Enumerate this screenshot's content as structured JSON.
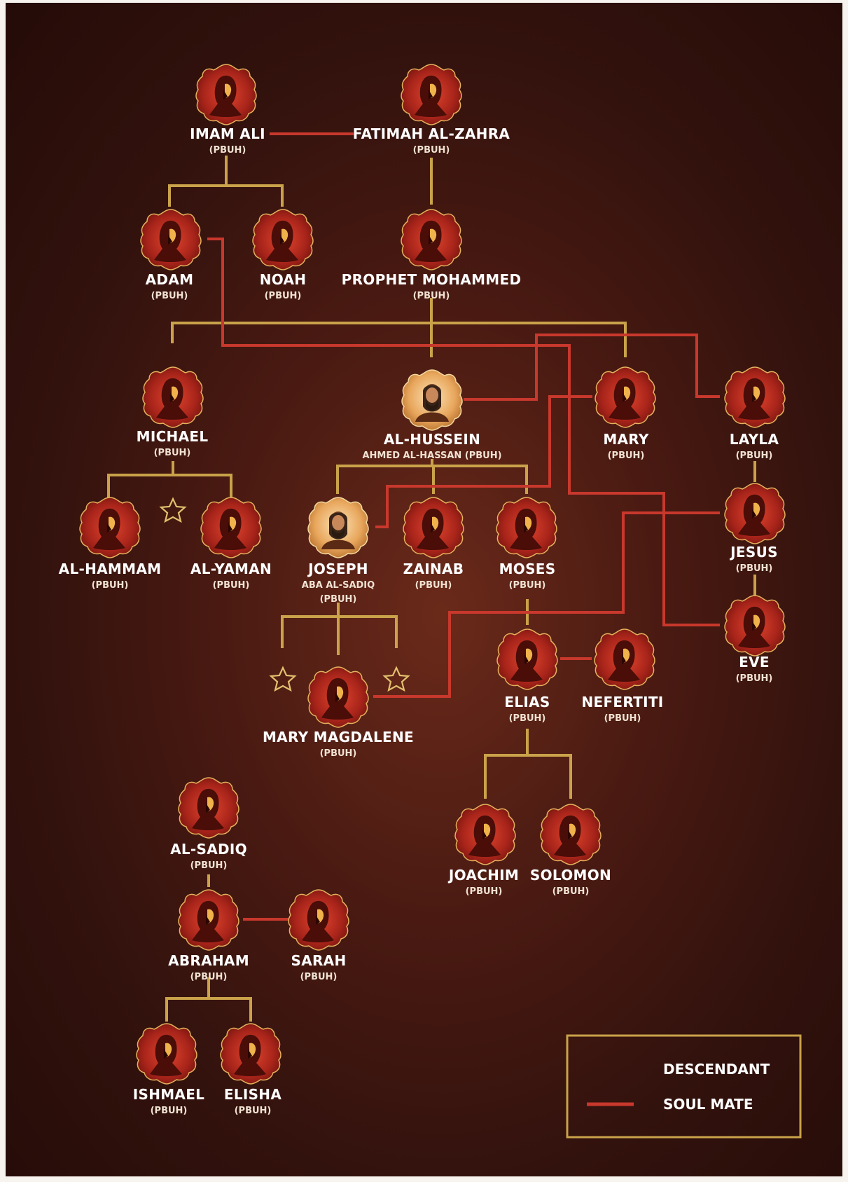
{
  "colors": {
    "descendant": "#c9a24a",
    "soul_mate": "#c8382c",
    "background": "#4a1a12"
  },
  "icons": {
    "figure": "hooded-figure-icon",
    "portrait": "portrait-icon",
    "star": "star-icon"
  },
  "people": {
    "imam_ali": {
      "name": "IMAM ALI",
      "sub": "(PBUH)"
    },
    "fatimah": {
      "name": "FATIMAH AL-ZAHRA",
      "sub": "(PBUH)"
    },
    "adam": {
      "name": "ADAM",
      "sub": "(PBUH)"
    },
    "noah": {
      "name": "NOAH",
      "sub": "(PBUH)"
    },
    "mohammed": {
      "name": "PROPHET MOHAMMED",
      "sub": "(PBUH)"
    },
    "michael": {
      "name": "MICHAEL",
      "sub": "(PBUH)"
    },
    "hussein": {
      "name": "AL-HUSSEIN",
      "sub": "AHMED AL-HASSAN (PBUH)"
    },
    "mary": {
      "name": "MARY",
      "sub": "(PBUH)"
    },
    "layla": {
      "name": "LAYLA",
      "sub": "(PBUH)"
    },
    "hammam": {
      "name": "AL-HAMMAM",
      "sub": "(PBUH)"
    },
    "yaman": {
      "name": "AL-YAMAN",
      "sub": "(PBUH)"
    },
    "joseph": {
      "name": "JOSEPH",
      "sub": "ABA AL-SADIQ",
      "sub2": "(PBUH)"
    },
    "zainab": {
      "name": "ZAINAB",
      "sub": "(PBUH)"
    },
    "moses": {
      "name": "MOSES",
      "sub": "(PBUH)"
    },
    "jesus": {
      "name": "JESUS",
      "sub": "(PBUH)"
    },
    "eve": {
      "name": "EVE",
      "sub": "(PBUH)"
    },
    "elias": {
      "name": "ELIAS",
      "sub": "(PBUH)"
    },
    "nefertiti": {
      "name": "NEFERTITI",
      "sub": "(PBUH)"
    },
    "mary_magdalene": {
      "name": "MARY MAGDALENE",
      "sub": "(PBUH)"
    },
    "joachim": {
      "name": "JOACHIM",
      "sub": "(PBUH)"
    },
    "solomon": {
      "name": "SOLOMON",
      "sub": "(PBUH)"
    },
    "al_sadiq": {
      "name": "AL-SADIQ",
      "sub": "(PBUH)"
    },
    "abraham": {
      "name": "ABRAHAM",
      "sub": "(PBUH)"
    },
    "sarah": {
      "name": "SARAH",
      "sub": "(PBUH)"
    },
    "ishmael": {
      "name": "ISHMAEL",
      "sub": "(PBUH)"
    },
    "elisha": {
      "name": "ELISHA",
      "sub": "(PBUH)"
    }
  },
  "legend": {
    "descendant": "DESCENDANT",
    "soul_mate": "SOUL MATE"
  }
}
